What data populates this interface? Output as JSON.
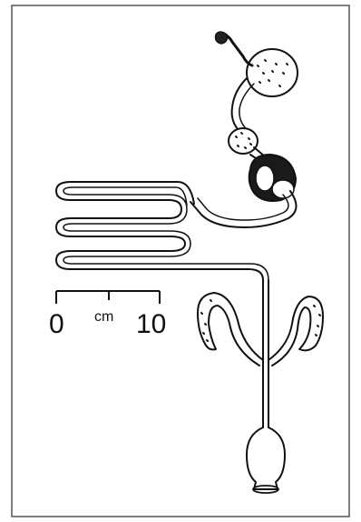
{
  "figure": {
    "scale_bar": {
      "start_label": "0",
      "unit_label": "cm",
      "end_label": "10"
    }
  },
  "colors": {
    "ink": "#111111",
    "paper": "#ffffff",
    "frame": "#555555"
  }
}
